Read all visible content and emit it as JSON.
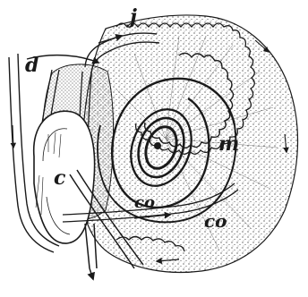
{
  "figure": {
    "labels": {
      "j": "j",
      "d": "d",
      "m": "m",
      "c": "c",
      "co_inner": "co",
      "co_outer": "co"
    }
  },
  "colors": {
    "ink": "#1a1a1a",
    "paper": "#ffffff"
  }
}
